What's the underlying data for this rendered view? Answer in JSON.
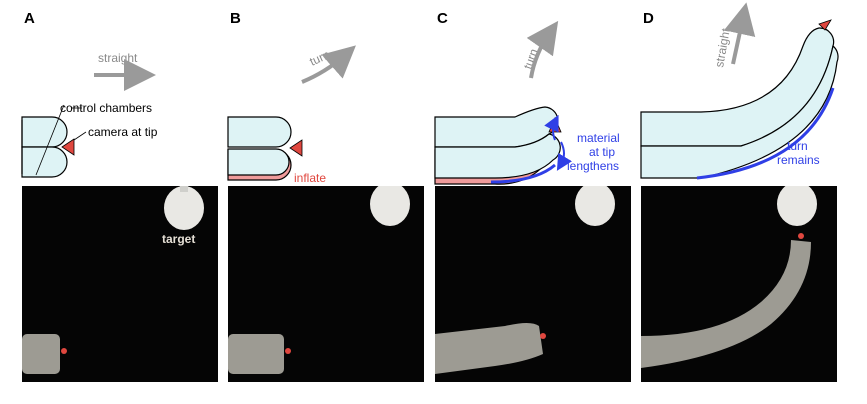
{
  "figure": {
    "panels": [
      {
        "label": "A",
        "direction": "straight",
        "annotations": {
          "chambers": "control chambers",
          "camera": "camera at tip"
        },
        "photo_label": "target"
      },
      {
        "label": "B",
        "direction": "turn",
        "annotations": {
          "inflate": "inflate"
        }
      },
      {
        "label": "C",
        "direction": "turn",
        "annotations": {
          "tip_line1": "material",
          "tip_line2": "at tip",
          "tip_line3": "lengthens"
        }
      },
      {
        "label": "D",
        "direction": "straight",
        "annotations": {
          "remains_line1": "turn",
          "remains_line2": "remains"
        }
      }
    ]
  },
  "colors": {
    "chamber_fill": "#def3f5",
    "inflate": "#ef9b9b",
    "camera": "#e0473f",
    "blue": "#2f3fe6",
    "arrow": "#9a9a9a"
  },
  "icons": [
    "grey-arrow-icon",
    "camera-icon",
    "balloon-target-icon"
  ]
}
